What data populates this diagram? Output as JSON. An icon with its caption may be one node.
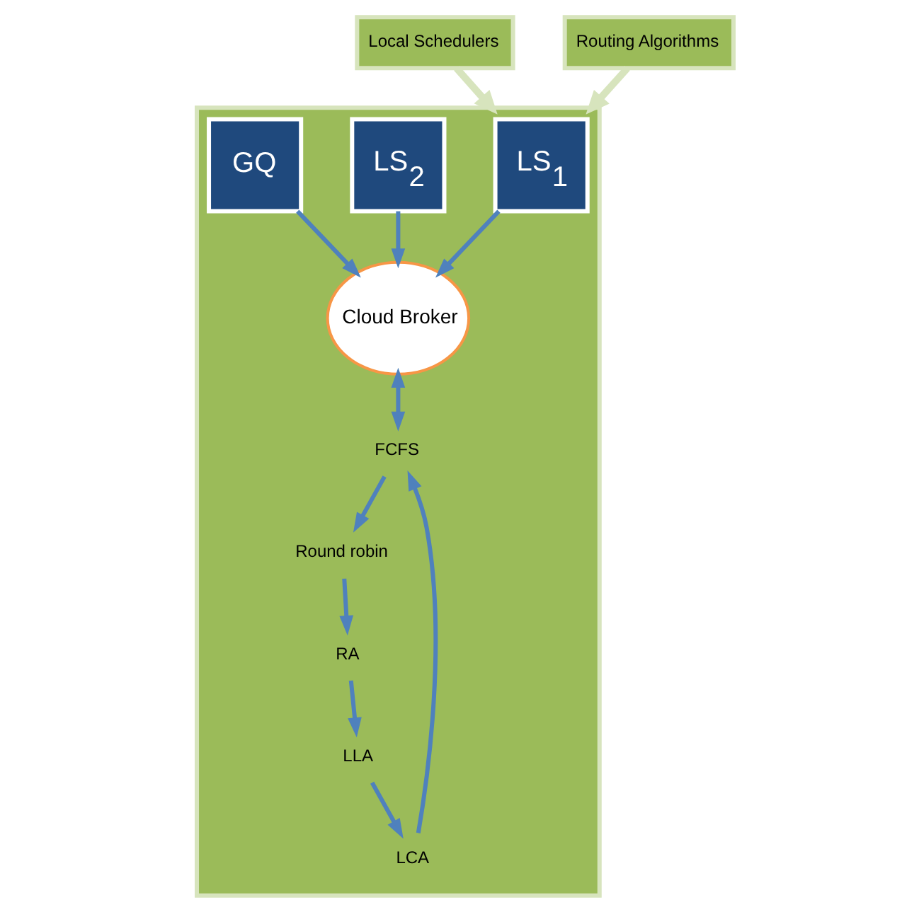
{
  "diagram": {
    "nodes": [
      {
        "text": [],
        "shape": "box"
      },
      {
        "text": [
          "Local Schedulers"
        ]
      },
      {
        "text": [
          "Routing Algorithms"
        ]
      },
      {
        "text": [
          "LS$_{1}$"
        ],
        "in": 0
      },
      {
        "text": [
          "LS$_{2}$"
        ],
        "in": 0
      },
      {
        "text": [
          "GQ"
        ],
        "in": 0
      },
      {
        "text": [
          "Cloud Broker"
        ],
        "in": 0
      },
      {
        "text": [
          "FCFS"
        ],
        "in": 0
      },
      {
        "text": [
          "Round robin"
        ],
        "in": 0
      },
      {
        "text": [
          "RA"
        ],
        "in": 0
      },
      {
        "text": [
          "LLA"
        ],
        "in": 0
      },
      {
        "text": [
          "LCA"
        ],
        "in": 0
      }
    ],
    "edges": [
      {
        "from": 1,
        "to": 0,
        "arrow": "to",
        "color": "#d7e4bd"
      },
      {
        "from": 2,
        "to": 0,
        "arrow": "to",
        "color": "#d7e4bd"
      },
      {
        "from": 3,
        "to": 6,
        "arrow": "to"
      },
      {
        "from": 4,
        "to": 6,
        "arrow": "to"
      },
      {
        "from": 5,
        "to": 6,
        "arrow": "to"
      },
      {
        "from": 6,
        "to": 7,
        "arrow": "both"
      },
      {
        "from": 7,
        "to": 8,
        "arrow": "to"
      },
      {
        "from": 8,
        "to": 9,
        "arrow": "to"
      },
      {
        "from": 9,
        "to": 10,
        "arrow": "to"
      },
      {
        "from": 10,
        "to": 11,
        "arrow": "to"
      },
      {
        "from": 11,
        "to": 7,
        "arrow": "to"
      }
    ]
  }
}
